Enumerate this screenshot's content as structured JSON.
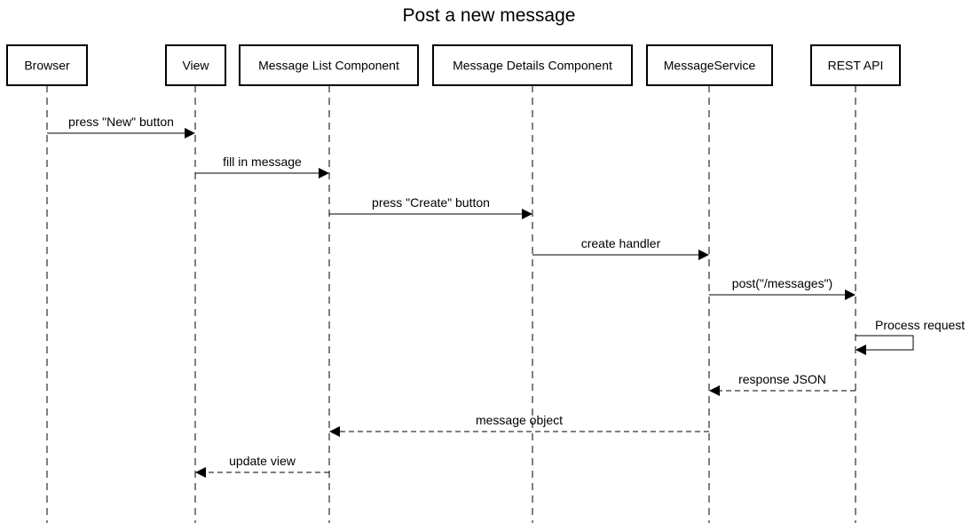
{
  "title": "Post a new message",
  "participants": [
    {
      "id": "browser",
      "label": "Browser"
    },
    {
      "id": "view",
      "label": "View"
    },
    {
      "id": "list",
      "label": "Message List Component"
    },
    {
      "id": "details",
      "label": "Message Details Component"
    },
    {
      "id": "service",
      "label": "MessageService"
    },
    {
      "id": "api",
      "label": "REST API"
    }
  ],
  "messages": [
    {
      "from": "browser",
      "to": "view",
      "label": "press \"New\" button",
      "style": "solid"
    },
    {
      "from": "view",
      "to": "list",
      "label": "fill in message",
      "style": "solid"
    },
    {
      "from": "list",
      "to": "details",
      "label": "press \"Create\" button",
      "style": "solid"
    },
    {
      "from": "details",
      "to": "service",
      "label": "create handler",
      "style": "solid"
    },
    {
      "from": "service",
      "to": "api",
      "label": "post(\"/messages\")",
      "style": "solid"
    },
    {
      "from": "api",
      "to": "api",
      "label": "Process request",
      "style": "solid"
    },
    {
      "from": "api",
      "to": "service",
      "label": "response JSON",
      "style": "dashed"
    },
    {
      "from": "service",
      "to": "list",
      "label": "message object",
      "style": "dashed"
    },
    {
      "from": "list",
      "to": "view",
      "label": "update view",
      "style": "dashed"
    }
  ],
  "colors": {
    "stroke": "#000000",
    "background": "#ffffff"
  }
}
